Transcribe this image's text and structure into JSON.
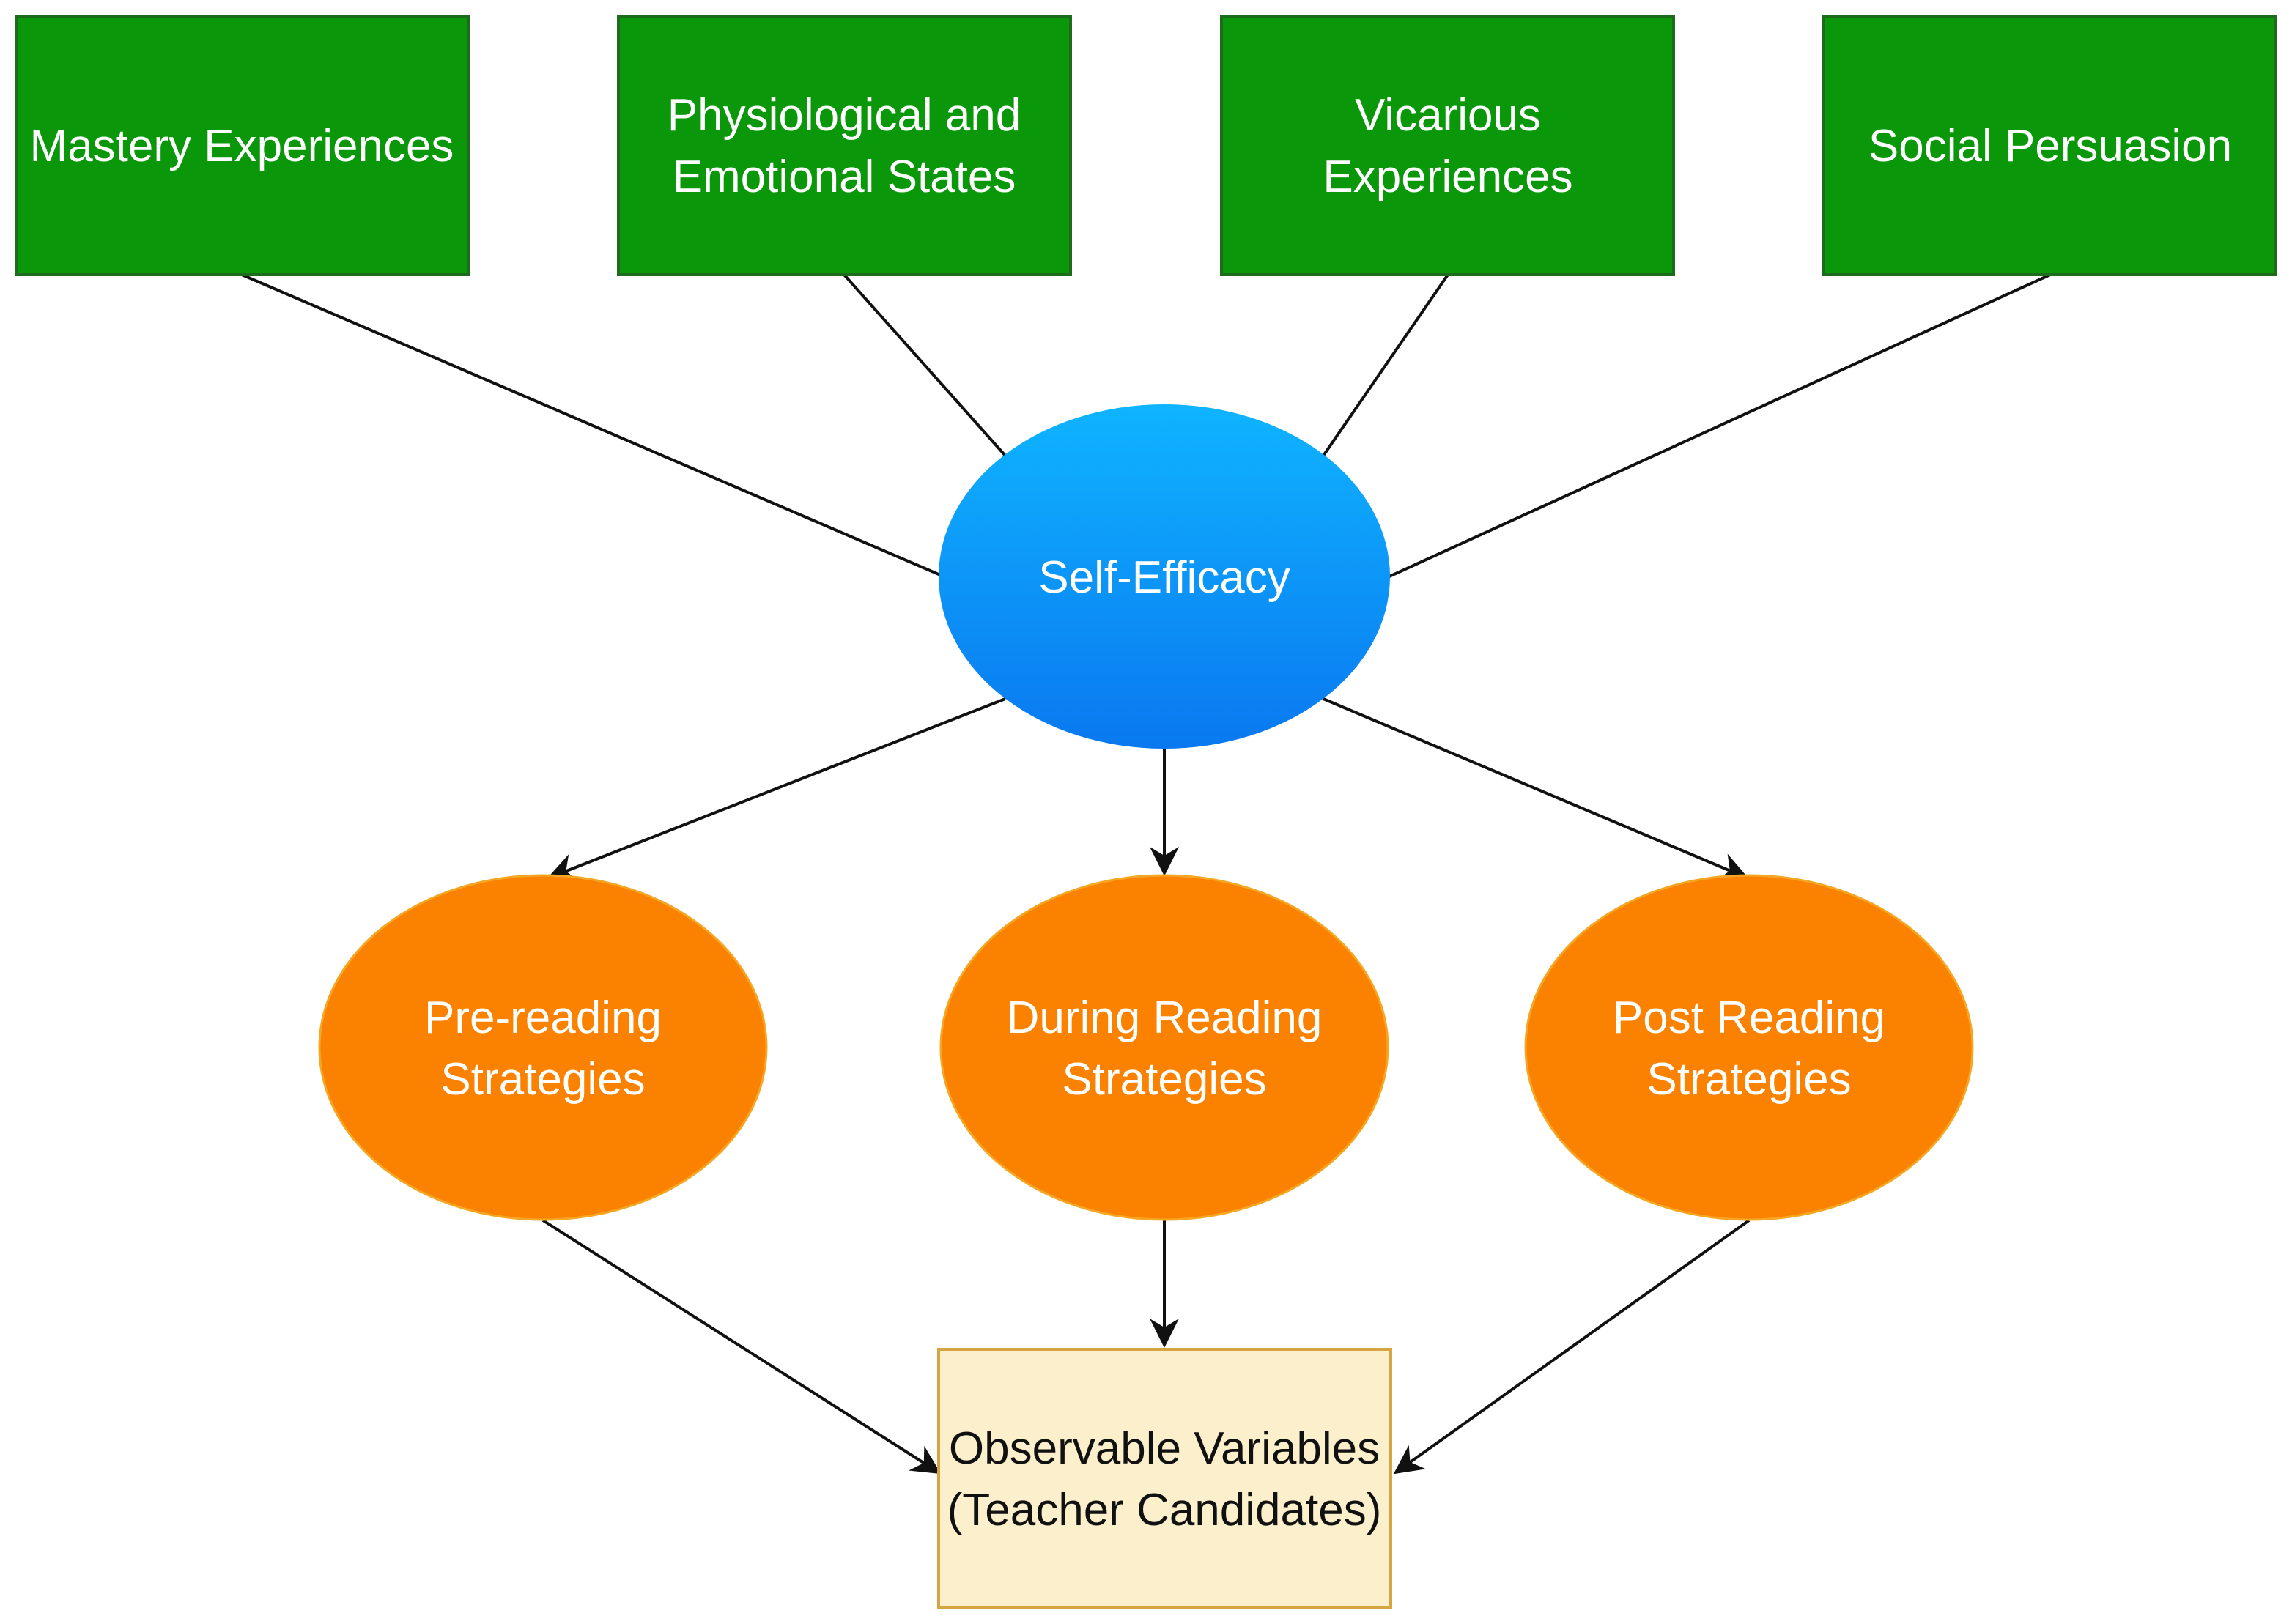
{
  "colors": {
    "source_fill": "#0a970a",
    "source_stroke": "#1d6b1d",
    "self_efficacy_fill_top": "#0fb4ff",
    "self_efficacy_fill_bottom": "#0a78f0",
    "strategy_fill": "#fb8200",
    "strategy_stroke": "#f5a623",
    "outcome_fill": "#fcf0cc",
    "outcome_stroke": "#d6a543",
    "line": "#111111"
  },
  "sources": [
    {
      "lines": [
        "Mastery Experiences"
      ]
    },
    {
      "lines": [
        "Physiological and",
        "Emotional States"
      ]
    },
    {
      "lines": [
        "Vicarious",
        "Experiences"
      ]
    },
    {
      "lines": [
        "Social Persuasion"
      ]
    }
  ],
  "self_efficacy": {
    "lines": [
      "Self-Efficacy"
    ]
  },
  "strategies": [
    {
      "lines": [
        "Pre-reading",
        "Strategies"
      ]
    },
    {
      "lines": [
        "During Reading",
        "Strategies"
      ]
    },
    {
      "lines": [
        "Post Reading",
        "Strategies"
      ]
    }
  ],
  "outcome": {
    "lines": [
      "Observable Variables",
      "(Teacher Candidates)"
    ]
  }
}
